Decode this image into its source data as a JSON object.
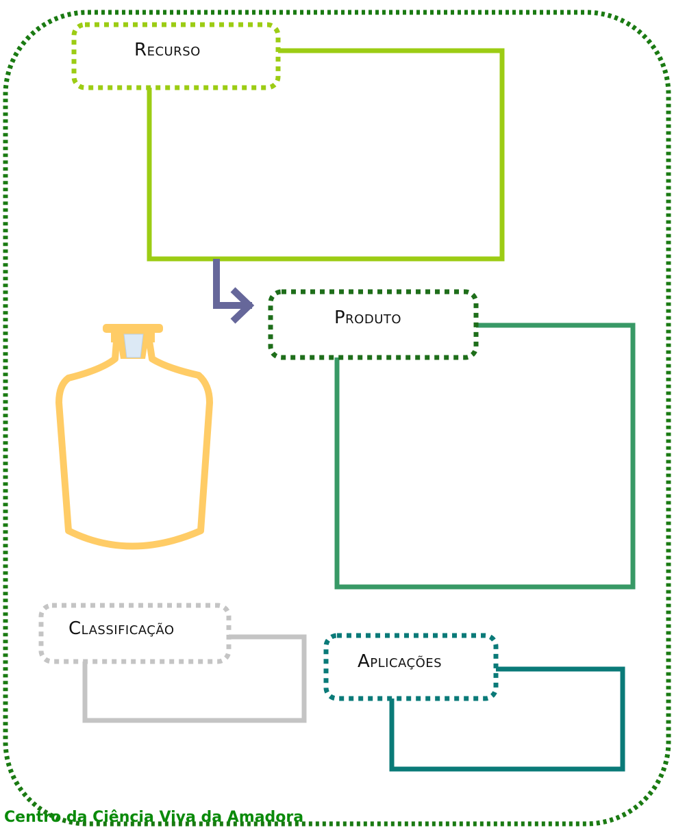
{
  "labels": {
    "recurso": "Recurso",
    "produto": "Produto",
    "classificacao": "Classificação",
    "aplicacoes": "Aplicações"
  },
  "footer": "Centro da Ciência Viva da Amadora",
  "colors": {
    "outer_border": "#1a7a12",
    "recurso": "#9ccc14",
    "produto_box": "#389966",
    "produto_label": "#1e6e1a",
    "arrow": "#66679a",
    "classificacao": "#c4c4c4",
    "aplicacoes": "#0a7a78",
    "bottle": "#ffcc66",
    "stopper_fill": "#dce9f5"
  },
  "icons": [
    "flask-bottle-icon",
    "arrow-right-icon"
  ]
}
